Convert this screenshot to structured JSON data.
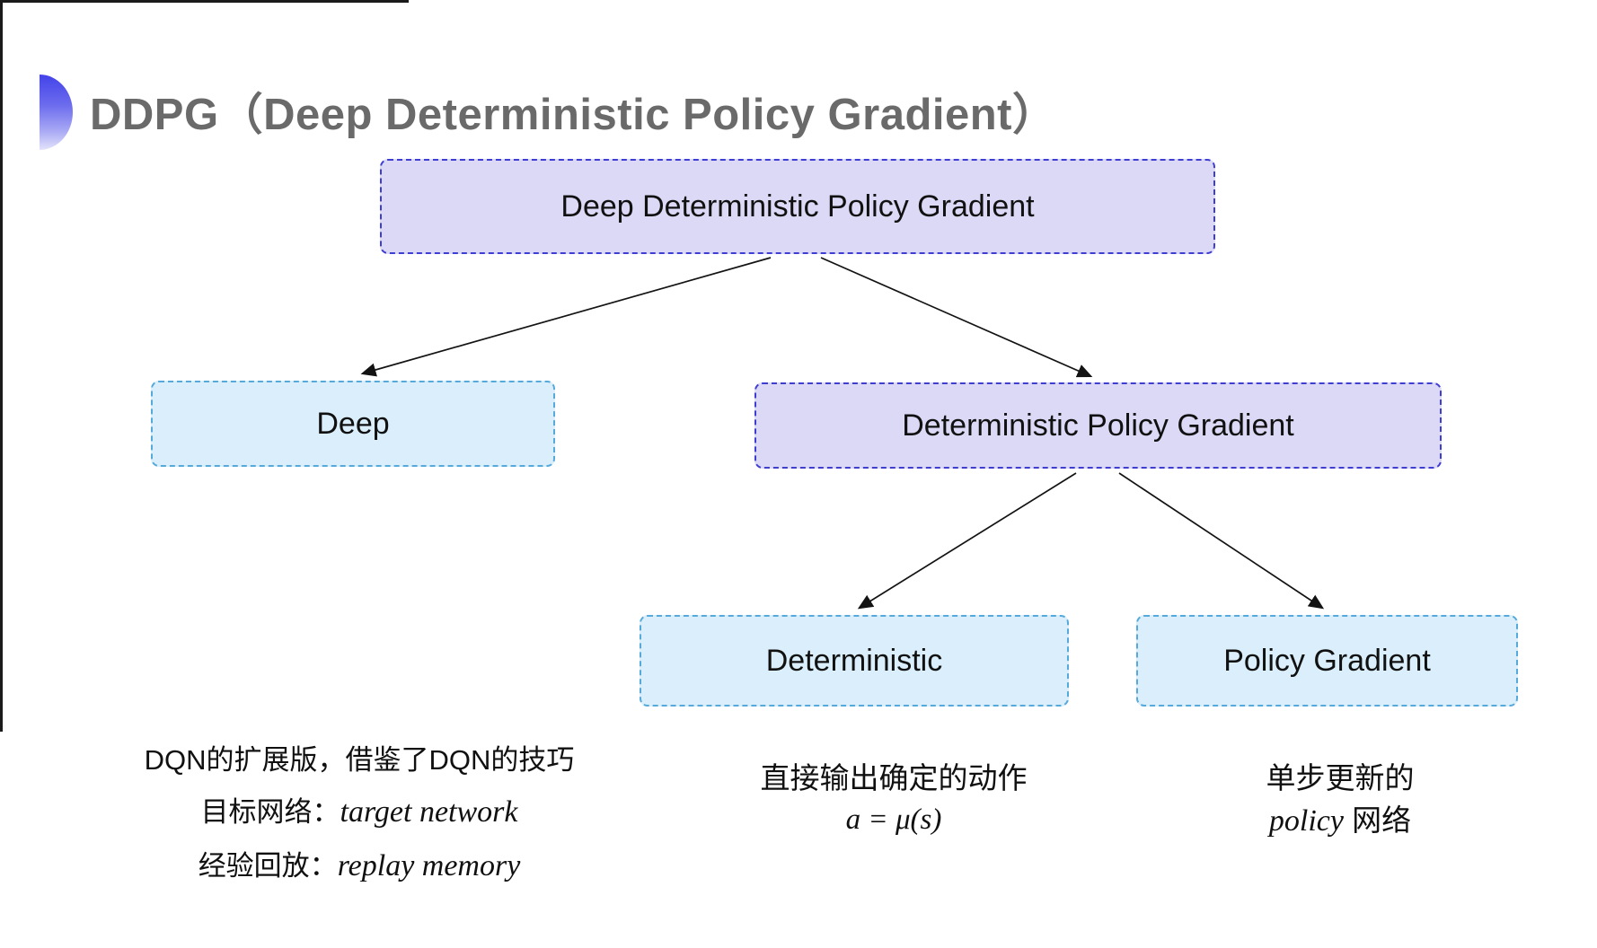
{
  "title": {
    "text": "DDPG（Deep Deterministic Policy Gradient）"
  },
  "colors": {
    "purple_fill": "#dcd9f6",
    "purple_border": "#3e3ed2",
    "cyan_fill": "#daeffb",
    "cyan_border": "#55a9db",
    "title_gray": "#6a6a6a",
    "bullet_blue": "#4343ea",
    "arrow_black": "#131313"
  },
  "nodes": {
    "root": {
      "label": "Deep Deterministic Policy Gradient"
    },
    "deep": {
      "label": "Deep"
    },
    "dpg": {
      "label": "Deterministic Policy Gradient"
    },
    "det": {
      "label": "Deterministic"
    },
    "pg": {
      "label": "Policy Gradient"
    }
  },
  "edges": [
    {
      "from": "root",
      "to": "deep"
    },
    {
      "from": "root",
      "to": "dpg"
    },
    {
      "from": "dpg",
      "to": "det"
    },
    {
      "from": "dpg",
      "to": "pg"
    }
  ],
  "notes": {
    "left": {
      "line1": "DQN的扩展版，借鉴了DQN的技巧",
      "line2_label": "目标网络：",
      "line2_term": "target network",
      "line3_label": "经验回放：",
      "line3_term": "replay memory"
    },
    "middle": {
      "line1": "直接输出确定的动作",
      "formula": "a = μ(s)"
    },
    "right": {
      "line1": "单步更新的",
      "term": "policy",
      "suffix": " 网络"
    }
  }
}
